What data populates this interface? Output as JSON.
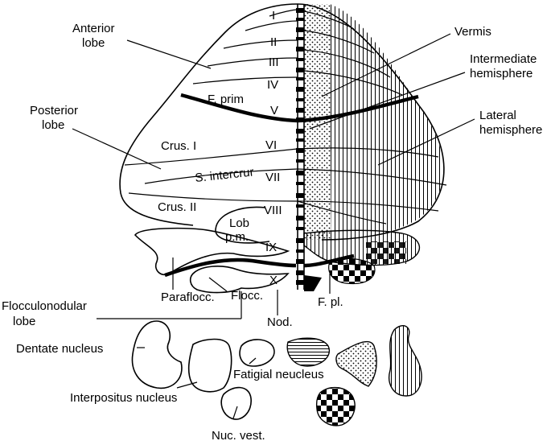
{
  "labels": {
    "anterior_lobe": [
      "Anterior",
      "lobe"
    ],
    "posterior_lobe": [
      "Posterior",
      "lobe"
    ],
    "vermis": "Vermis",
    "intermediate_hemisphere": [
      "Intermediate",
      "hemisphere"
    ],
    "lateral_hemisphere": [
      "Lateral",
      "hemisphere"
    ],
    "f_prim": "F. prim",
    "crus_1": "Crus. I",
    "s_intercrur": "S. intercrur",
    "crus_2": "Crus. II",
    "lob_pm": [
      "Lob",
      "p.m."
    ],
    "paraflocc": "Paraflocc.",
    "flocc": "Flocc.",
    "f_pl": "F. pl.",
    "nod": "Nod.",
    "flocculonodular_lobe": [
      "Flocculonodular",
      "lobe"
    ],
    "dentate_nucleus": "Dentate nucleus",
    "interpositus_nucleus": "Interpositus nucleus",
    "fatigial_neucleus": "Fatigial neucleus",
    "nuc_vest": "Nuc. vest."
  },
  "lobules": [
    "I",
    "II",
    "III",
    "IV",
    "V",
    "VI",
    "VII",
    "VIII",
    "IX",
    "X"
  ]
}
